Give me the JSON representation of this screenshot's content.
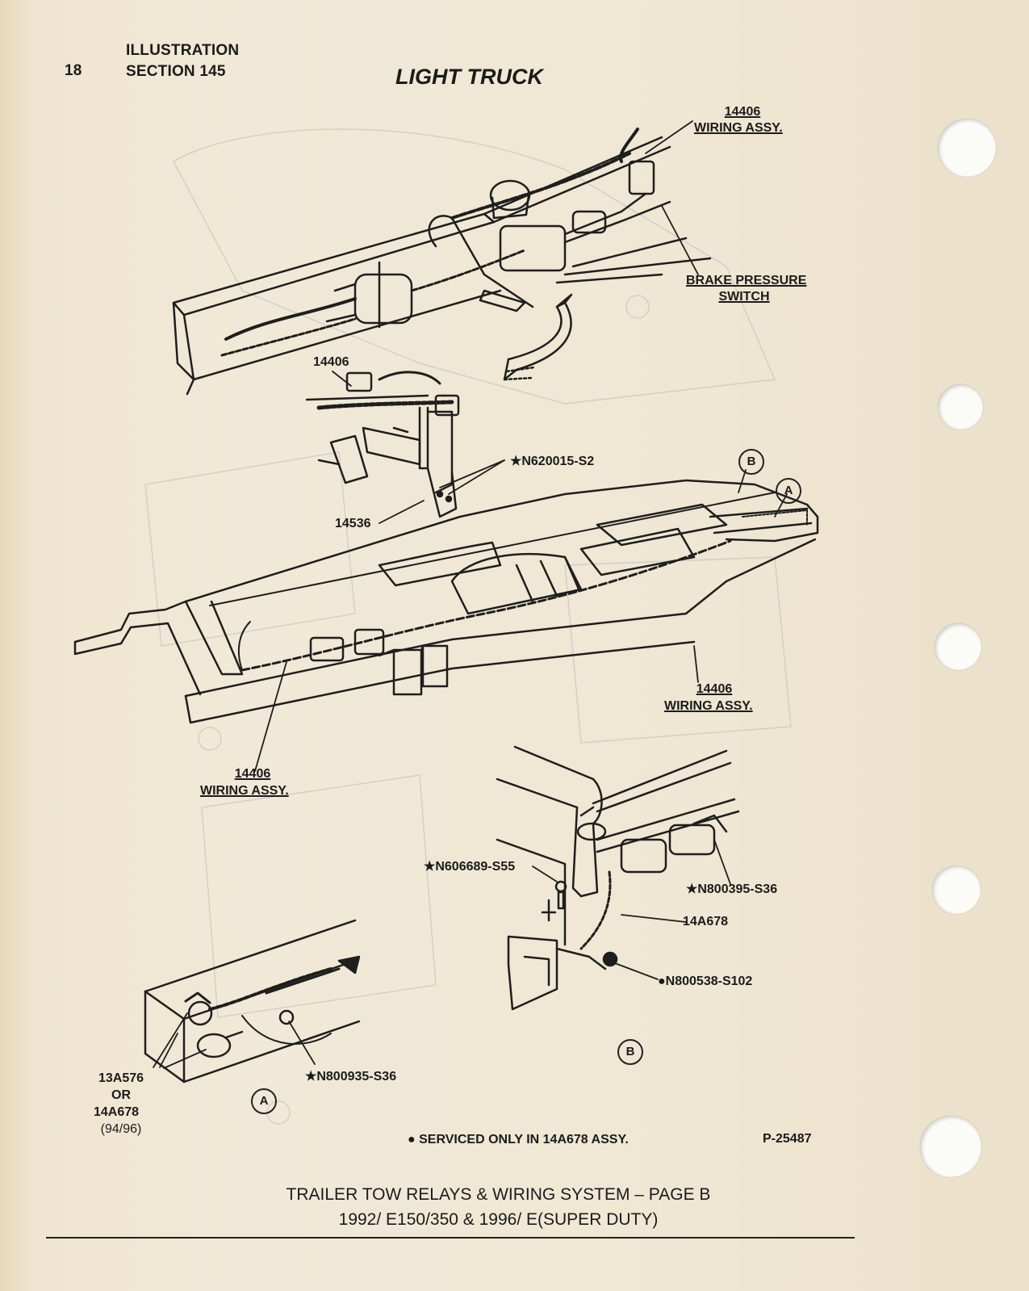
{
  "header": {
    "page_number": "18",
    "section_line1": "ILLUSTRATION",
    "section_line2": "SECTION 145",
    "title": "LIGHT TRUCK"
  },
  "labels": {
    "wiring_assy_top_num": "14406",
    "wiring_assy_top_text": "WIRING ASSY.",
    "brake_pressure_line1": "BRAKE PRESSURE",
    "brake_pressure_line2": "SWITCH",
    "part_14406": "14406",
    "n620015": "★N620015-S2",
    "part_14536": "14536",
    "wiring_assy_mid_num": "14406",
    "wiring_assy_mid_text": "WIRING ASSY.",
    "wiring_assy_low_num": "14406",
    "wiring_assy_low_text": "WIRING ASSY.",
    "n606689": "★N606689-S55",
    "n800395": "★N800395-S36",
    "part_14a678": "14A678",
    "n800538": "●N800538-S102",
    "n800935": "★N800935-S36",
    "alt_line1": "13A576",
    "alt_line2": "OR",
    "alt_line3": "14A678",
    "alt_line4": "(94/96)",
    "callout_a": "A",
    "callout_b": "B",
    "serviced_note": "● SERVICED ONLY IN 14A678 ASSY.",
    "figure_code": "P-25487"
  },
  "caption": {
    "line1": "TRAILER TOW RELAYS & WIRING SYSTEM – PAGE B",
    "line2": "1992/ E150/350 & 1996/ E(SUPER DUTY)"
  }
}
